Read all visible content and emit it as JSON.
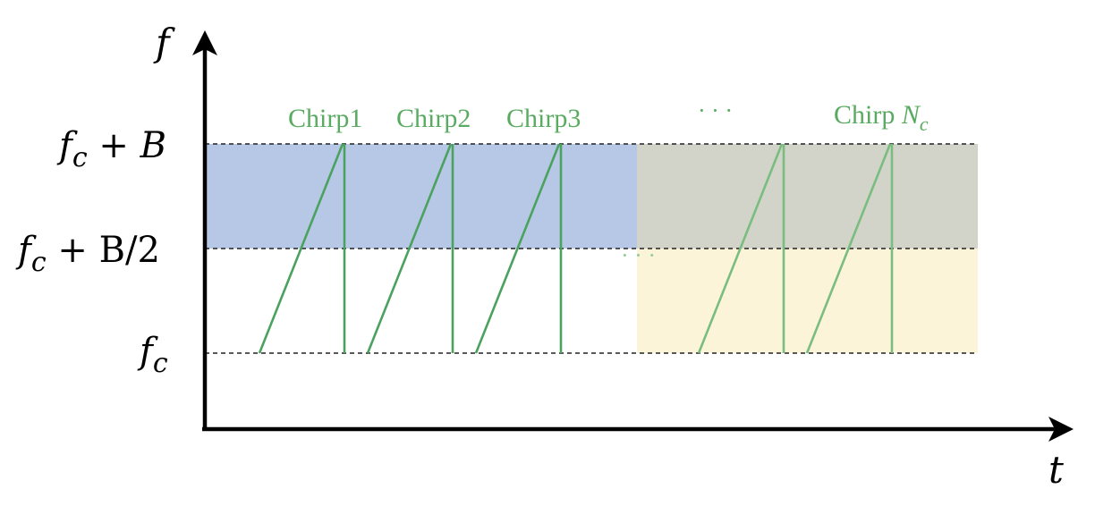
{
  "axes": {
    "y_label": "f",
    "x_label": "t"
  },
  "levels": {
    "top": {
      "base": "f",
      "sub": "c",
      "rest": " + ",
      "var": "B"
    },
    "mid": {
      "base": "f",
      "sub": "c",
      "rest": " + B/2"
    },
    "low": {
      "base": "f",
      "sub": "c"
    }
  },
  "chirps": {
    "labels": [
      "Chirp1",
      "Chirp2",
      "Chirp3"
    ],
    "ellipsis_top": "· · ·",
    "ellipsis_mid": "· · ·",
    "last_label": {
      "text": "Chirp ",
      "var": "N",
      "sub": "c"
    }
  },
  "colors": {
    "blue_region": "#b7c7e6",
    "gray_region": "#d2d3c9",
    "yellow_region": "#fbf4d9",
    "chirp_green": "#4aa25e",
    "chirp_green_light": "#79bd7f",
    "label_green": "#5aab62"
  }
}
